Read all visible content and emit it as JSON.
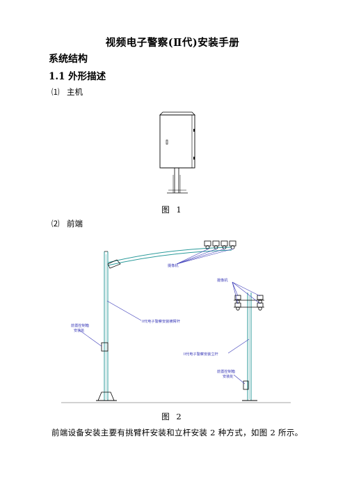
{
  "doc": {
    "title": "视频电子警察(Ⅱ代)安装手册",
    "section": "系统结构",
    "subsection": "1.1  外形描述"
  },
  "items": [
    {
      "num": "⑴",
      "label": "主机"
    },
    {
      "num": "⑵",
      "label": "前端"
    }
  ],
  "figures": [
    {
      "caption": "图 1"
    },
    {
      "caption": "图 2"
    }
  ],
  "figure2_labels": {
    "camera_left": "摄像机",
    "camera_right": "摄像机",
    "arm_pole_mount": "II代电子警察安装横臂杆",
    "left_box_line1": "前置控制箱",
    "left_box_line2": "安装处",
    "vertical_pole_mount": "II代电子警察安装立杆",
    "right_box_line1": "前置控制箱",
    "right_box_line2": "安装处"
  },
  "paragraph": "前端设备安装主要有挑臂杆安装和立杆安装 2 种方式，如图  2 所示。",
  "colors": {
    "text": "#000000",
    "annotation": "#3a3ab8",
    "pole": "#2a9a9a"
  }
}
